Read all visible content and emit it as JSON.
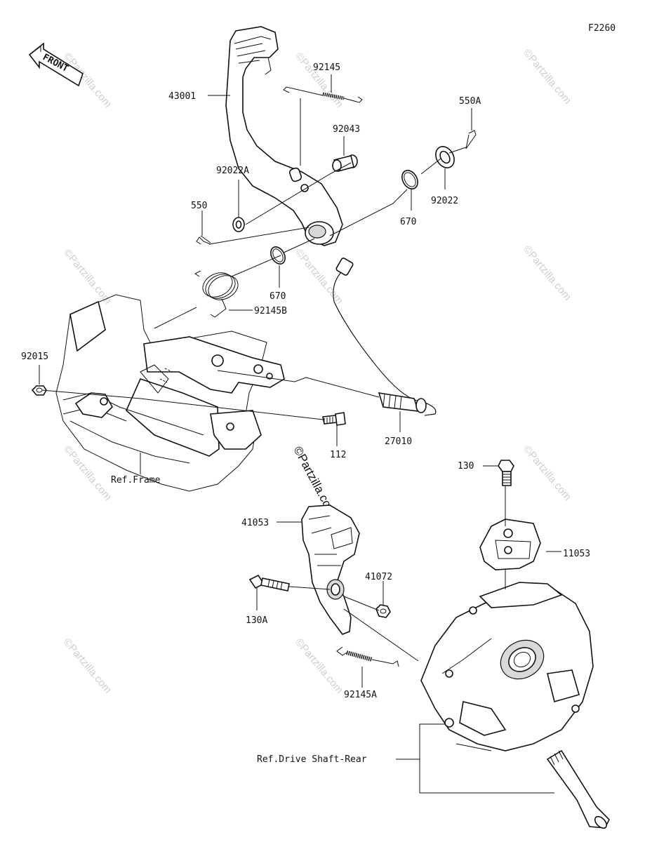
{
  "figure_code": "F2260",
  "front_arrow_text": "FRONT",
  "watermark_text": "©Partzilla.com",
  "center_watermark_text": "©Partzilla.com",
  "labels": {
    "p43001": "43001",
    "p92145": "92145",
    "p92043": "92043",
    "p550A": "550A",
    "p92022A": "92022A",
    "p550": "550",
    "p670_top": "670",
    "p92022": "92022",
    "p670_mid": "670",
    "p92145B": "92145B",
    "p92015": "92015",
    "p112": "112",
    "p27010": "27010",
    "ref_frame": "Ref.Frame",
    "p130": "130",
    "p11053": "11053",
    "p41053": "41053",
    "p41072": "41072",
    "p130A": "130A",
    "p92145A": "92145A",
    "ref_drive_shaft": "Ref.Drive Shaft-Rear"
  }
}
